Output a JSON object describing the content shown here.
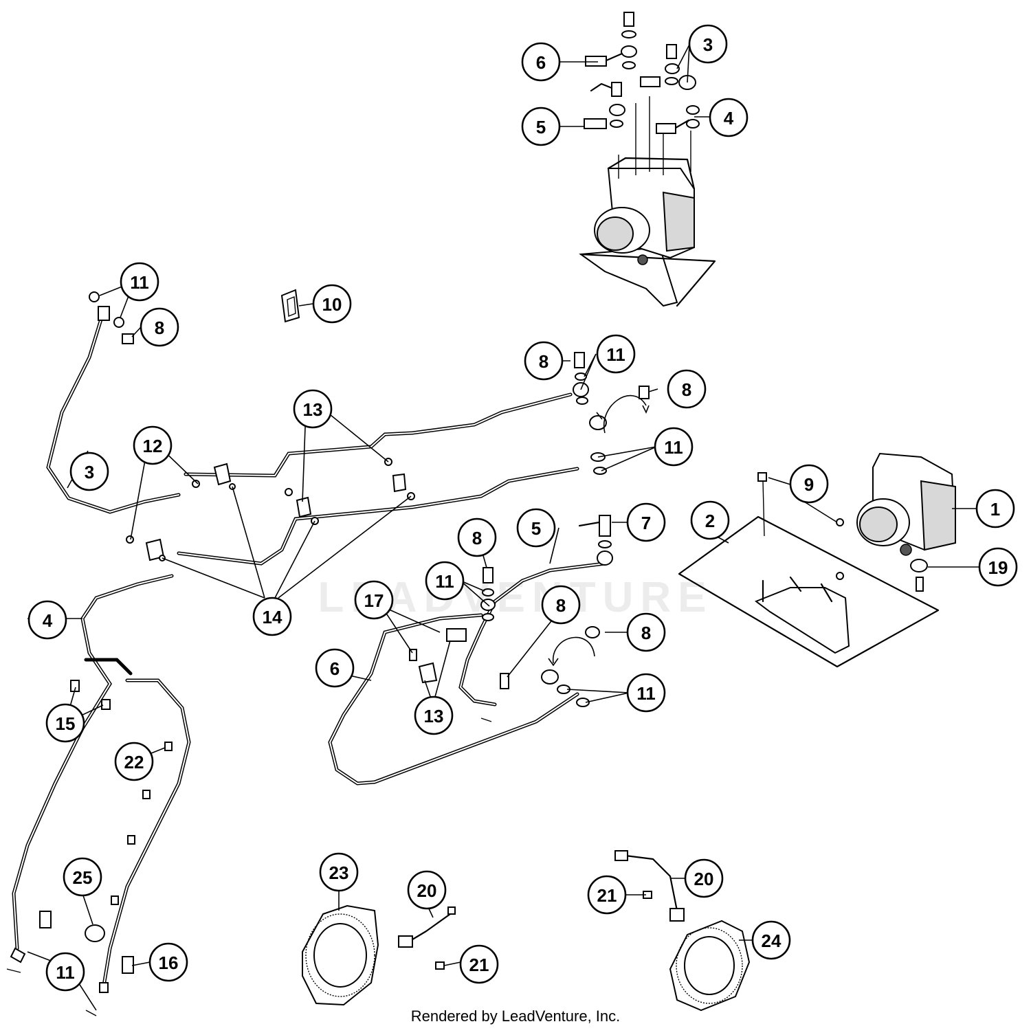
{
  "watermark": "LEADVENTURE",
  "footer": "Rendered by LeadVenture, Inc.",
  "callouts": [
    {
      "id": "c1",
      "label": "1"
    },
    {
      "id": "c2",
      "label": "2"
    },
    {
      "id": "c3a",
      "label": "3"
    },
    {
      "id": "c3b",
      "label": "3"
    },
    {
      "id": "c4a",
      "label": "4"
    },
    {
      "id": "c4b",
      "label": "4"
    },
    {
      "id": "c5a",
      "label": "5"
    },
    {
      "id": "c5b",
      "label": "5"
    },
    {
      "id": "c6a",
      "label": "6"
    },
    {
      "id": "c6b",
      "label": "6"
    },
    {
      "id": "c7",
      "label": "7"
    },
    {
      "id": "c8a",
      "label": "8"
    },
    {
      "id": "c8b",
      "label": "8"
    },
    {
      "id": "c8c",
      "label": "8"
    },
    {
      "id": "c8d",
      "label": "8"
    },
    {
      "id": "c8e",
      "label": "8"
    },
    {
      "id": "c8f",
      "label": "8"
    },
    {
      "id": "c9",
      "label": "9"
    },
    {
      "id": "c10",
      "label": "10"
    },
    {
      "id": "c11a",
      "label": "11"
    },
    {
      "id": "c11b",
      "label": "11"
    },
    {
      "id": "c11c",
      "label": "11"
    },
    {
      "id": "c11d",
      "label": "11"
    },
    {
      "id": "c11e",
      "label": "11"
    },
    {
      "id": "c11f",
      "label": "11"
    },
    {
      "id": "c12",
      "label": "12"
    },
    {
      "id": "c13a",
      "label": "13"
    },
    {
      "id": "c13b",
      "label": "13"
    },
    {
      "id": "c14",
      "label": "14"
    },
    {
      "id": "c15",
      "label": "15"
    },
    {
      "id": "c16",
      "label": "16"
    },
    {
      "id": "c17",
      "label": "17"
    },
    {
      "id": "c19",
      "label": "19"
    },
    {
      "id": "c20a",
      "label": "20"
    },
    {
      "id": "c20b",
      "label": "20"
    },
    {
      "id": "c21a",
      "label": "21"
    },
    {
      "id": "c21b",
      "label": "21"
    },
    {
      "id": "c22",
      "label": "22"
    },
    {
      "id": "c23",
      "label": "23"
    },
    {
      "id": "c24",
      "label": "24"
    },
    {
      "id": "c25",
      "label": "25"
    }
  ]
}
